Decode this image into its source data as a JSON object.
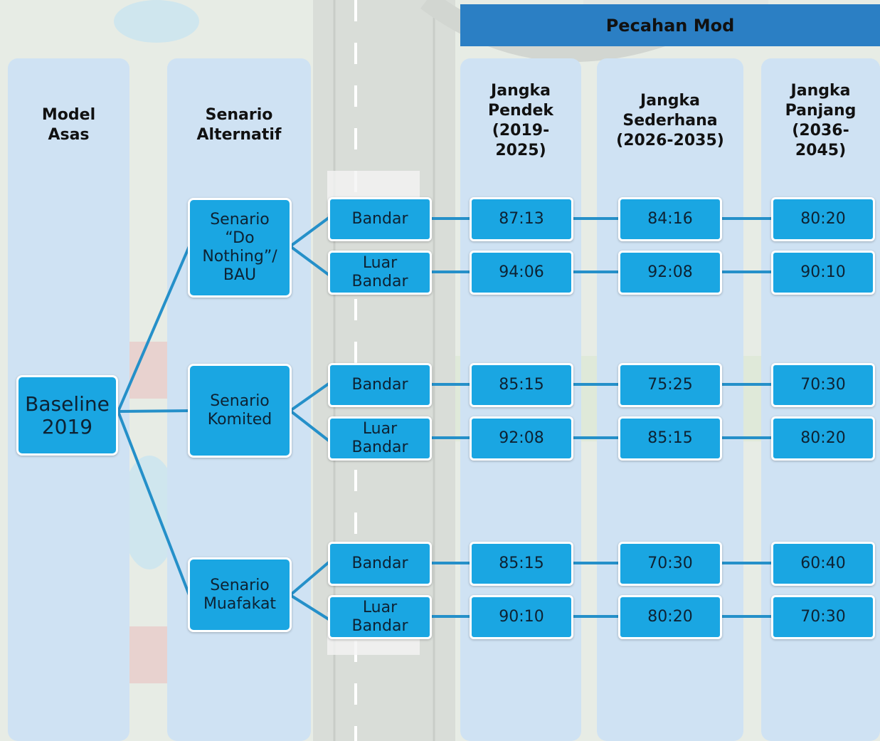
{
  "colors": {
    "column_bg": "#cfe2f3",
    "banner_bg": "#2b7fc4",
    "node_fill": "#1aa6e2",
    "connector": "#2590c9"
  },
  "banner": "Pecahan Mod",
  "columns": {
    "model": "Model\nAsas",
    "scenario": "Senario\nAlternatif",
    "short": "Jangka\nPendek\n(2019-\n2025)",
    "medium": "Jangka\nSederhana\n(2026-2035)",
    "long": "Jangka\nPanjang\n(2036-\n2045)"
  },
  "root": "Baseline\n2019",
  "scenarios": [
    {
      "name": "Senario\n“Do\nNothing”/\nBAU",
      "rows": [
        {
          "area": "Bandar",
          "short": "87:13",
          "medium": "84:16",
          "long": "80:20"
        },
        {
          "area": "Luar\nBandar",
          "short": "94:06",
          "medium": "92:08",
          "long": "90:10"
        }
      ]
    },
    {
      "name": "Senario\nKomited",
      "rows": [
        {
          "area": "Bandar",
          "short": "85:15",
          "medium": "75:25",
          "long": "70:30"
        },
        {
          "area": "Luar\nBandar",
          "short": "92:08",
          "medium": "85:15",
          "long": "80:20"
        }
      ]
    },
    {
      "name": "Senario\nMuafakat",
      "rows": [
        {
          "area": "Bandar",
          "short": "85:15",
          "medium": "70:30",
          "long": "60:40"
        },
        {
          "area": "Luar\nBandar",
          "short": "90:10",
          "medium": "80:20",
          "long": "70:30"
        }
      ]
    }
  ]
}
